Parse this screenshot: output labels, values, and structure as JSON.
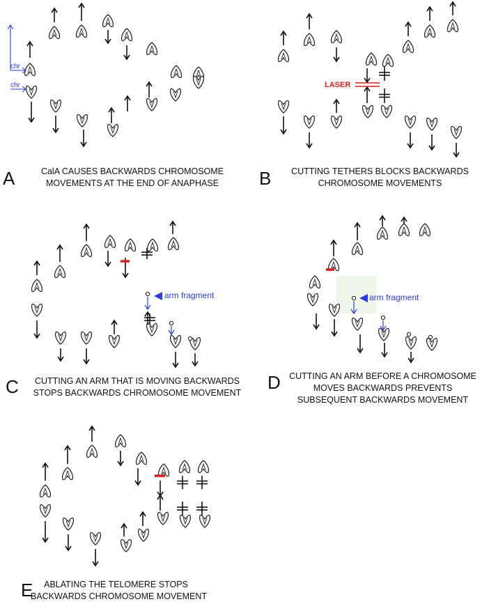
{
  "panels": [
    {
      "letter": "A",
      "caption": [
        "CalA CAUSES BACKWARDS CHROMOSOME",
        "MOVEMENTS AT THE END OF ANAPHASE"
      ]
    },
    {
      "letter": "B",
      "caption": [
        "CUTTING TETHERS BLOCKS BACKWARDS",
        "CHROMOSOME MOVEMENTS"
      ]
    },
    {
      "letter": "C",
      "caption": [
        "CUTTING AN ARM THAT IS MOVING BACKWARDS",
        "STOPS BACKWARDS CHROMOSOME MOVEMENT"
      ]
    },
    {
      "letter": "D",
      "caption": [
        "CUTTING AN ARM BEFORE A CHROMOSOME",
        "MOVES BACKWARDS PREVENTS",
        "SUBSEQUENT BACKWARDS MOVEMENT"
      ]
    },
    {
      "letter": "E",
      "caption": [
        "ABLATING THE TELOMERE STOPS",
        "BACKWARDS CHROMOSOME MOVEMENT"
      ]
    }
  ],
  "labels": {
    "chr": "chr",
    "laser": "LASER",
    "arm_fragment": "arm fragment"
  },
  "colors": {
    "ink": "#111111",
    "annotation_blue": "#2b3cd8",
    "laser_red": "#d81e1e"
  }
}
